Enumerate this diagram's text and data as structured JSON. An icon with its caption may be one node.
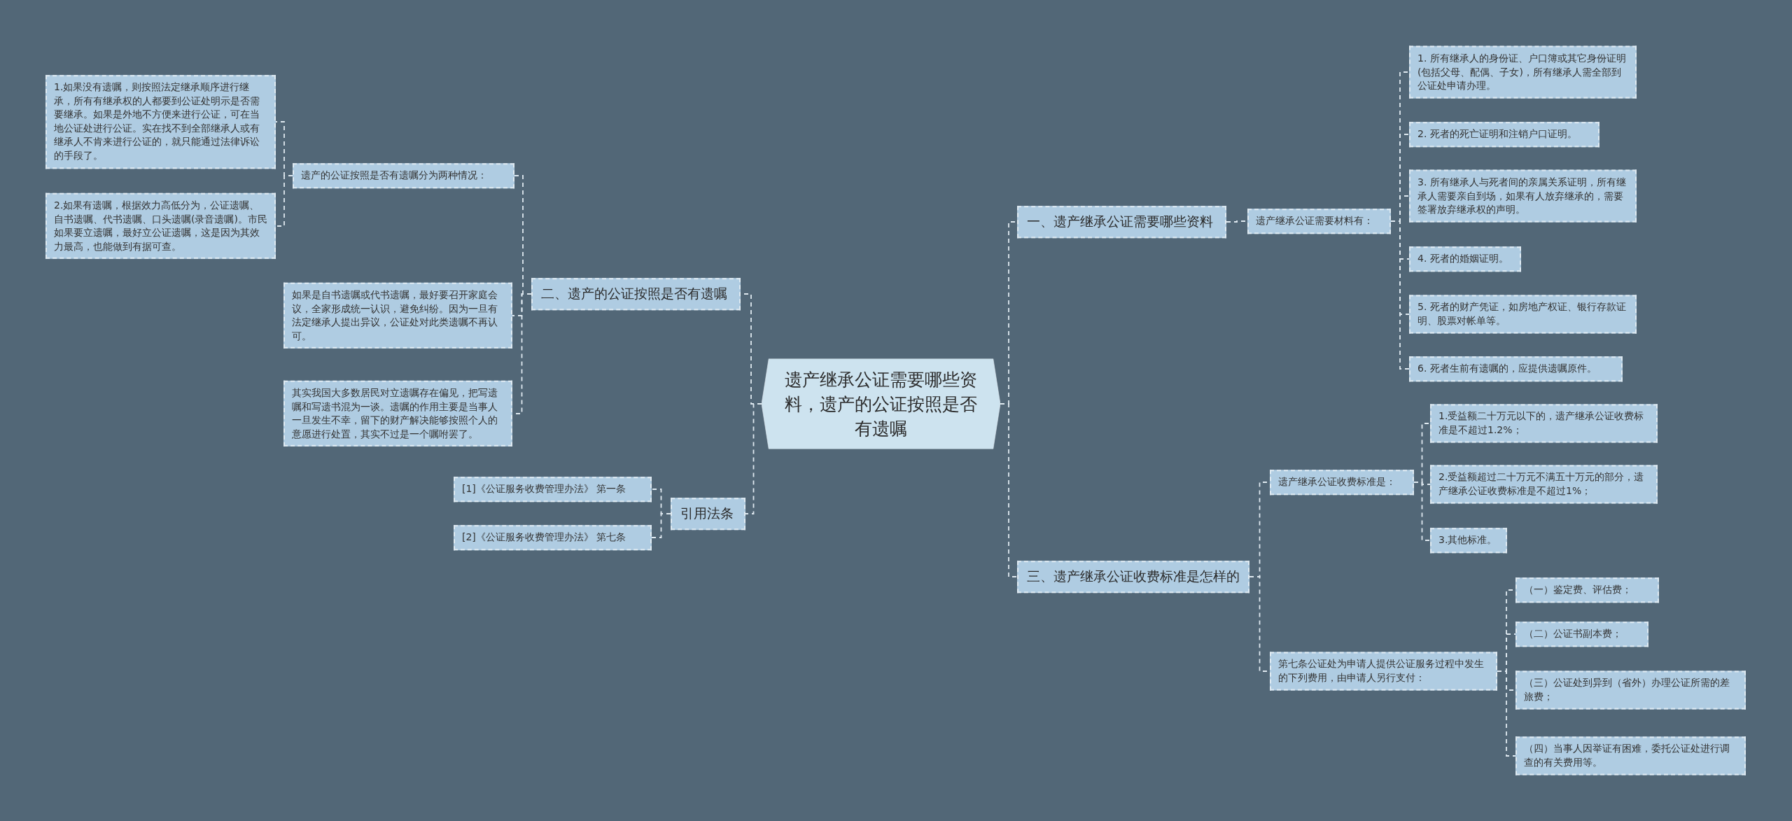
{
  "diagram": {
    "nodes": [
      {
        "text": [
          "遗产继承公证需要哪些资料，遗产的公证按照是否有遗嘱"
        ]
      },
      {
        "text": [
          "二、遗产的公证按照是否有遗嘱"
        ]
      },
      {
        "text": [
          "遗产的公证按照是否有遗嘱分为两种情况："
        ]
      },
      {
        "text": [
          "1.如果没有遗嘱，则按照法定继承顺序进行继承，所有有继承权的人都要到公证处明示是否需要继承。如果是外地不方便来进行公证，可在当地公证处进行公证。实在找不到全部继承人或有继承人不肯来进行公证的，就只能通过法律诉讼的手段了。"
        ]
      },
      {
        "text": [
          "2.如果有遗嘱，根据效力高低分为，公证遗嘱、自书遗嘱、代书遗嘱、口头遗嘱(录音遗嘱)。市民如果要立遗嘱，最好立公证遗嘱，这是因为其效力最高，也能做到有据可查。"
        ]
      },
      {
        "text": [
          "如果是自书遗嘱或代书遗嘱，最好要召开家庭会议，全家形成统一认识，避免纠纷。因为一旦有法定继承人提出异议，公证处对此类遗嘱不再认可。"
        ]
      },
      {
        "text": [
          "其实我国大多数居民对立遗嘱存在偏见，把写遗嘱和写遗书混为一谈。遗嘱的作用主要是当事人一旦发生不幸，留下的财产解决能够按照个人的意愿进行处置，其实不过是一个嘱咐罢了。"
        ]
      },
      {
        "text": [
          "引用法条"
        ]
      },
      {
        "text": [
          "[1]《公证服务收费管理办法》 第一条"
        ]
      },
      {
        "text": [
          "[2]《公证服务收费管理办法》 第七条"
        ]
      },
      {
        "text": [
          "一、遗产继承公证需要哪些资料"
        ]
      },
      {
        "text": [
          "遗产继承公证需要材料有："
        ]
      },
      {
        "text": [
          "1. 所有继承人的身份证、户口簿或其它身份证明(包括父母、配偶、子女)，所有继承人需全部到公证处申请办理。"
        ]
      },
      {
        "text": [
          "2. 死者的死亡证明和注销户口证明。"
        ]
      },
      {
        "text": [
          "3. 所有继承人与死者间的亲属关系证明，所有继承人需要亲自到场，如果有人放弃继承的，需要签署放弃继承权的声明。"
        ]
      },
      {
        "text": [
          "4. 死者的婚姻证明。"
        ]
      },
      {
        "text": [
          "5. 死者的财产凭证，如房地产权证、银行存款证明、股票对帐单等。"
        ]
      },
      {
        "text": [
          "6. 死者生前有遗嘱的，应提供遗嘱原件。"
        ]
      },
      {
        "text": [
          "三、遗产继承公证收费标准是怎样的"
        ]
      },
      {
        "text": [
          "遗产继承公证收费标准是："
        ]
      },
      {
        "text": [
          "1.受益额二十万元以下的，遗产继承公证收费标准是不超过1.2%；"
        ]
      },
      {
        "text": [
          "2.受益额超过二十万元不满五十万元的部分，遗产继承公证收费标准是不超过1%；"
        ]
      },
      {
        "text": [
          "3.其他标准。"
        ]
      },
      {
        "text": [
          "第七条公证处为申请人提供公证服务过程中发生的下列费用，由申请人另行支付："
        ]
      },
      {
        "text": [
          "（一）鉴定费、评估费；"
        ]
      },
      {
        "text": [
          "（二）公证书副本费；"
        ]
      },
      {
        "text": [
          "（三）公证处到异到（省外）办理公证所需的差旅费；"
        ]
      },
      {
        "text": [
          "（四）当事人因举证有困难，委托公证处进行调查的有关费用等。"
        ]
      }
    ],
    "edges": [
      {
        "from": 0,
        "to": 1,
        "arrow": "none",
        "style": "dashed"
      },
      {
        "from": 1,
        "to": 2,
        "arrow": "none",
        "style": "dashed"
      },
      {
        "from": 2,
        "to": 3,
        "arrow": "none",
        "style": "dashed"
      },
      {
        "from": 2,
        "to": 4,
        "arrow": "none",
        "style": "dashed"
      },
      {
        "from": 1,
        "to": 5,
        "arrow": "none",
        "style": "dashed"
      },
      {
        "from": 1,
        "to": 6,
        "arrow": "none",
        "style": "dashed"
      },
      {
        "from": 0,
        "to": 7,
        "arrow": "none",
        "style": "dashed"
      },
      {
        "from": 7,
        "to": 8,
        "arrow": "none",
        "style": "dashed"
      },
      {
        "from": 7,
        "to": 9,
        "arrow": "none",
        "style": "dashed"
      },
      {
        "from": 0,
        "to": 10,
        "arrow": "none",
        "style": "dashed"
      },
      {
        "from": 10,
        "to": 11,
        "arrow": "none",
        "style": "dashed"
      },
      {
        "from": 11,
        "to": 12,
        "arrow": "none",
        "style": "dashed"
      },
      {
        "from": 11,
        "to": 13,
        "arrow": "none",
        "style": "dashed"
      },
      {
        "from": 11,
        "to": 14,
        "arrow": "none",
        "style": "dashed"
      },
      {
        "from": 11,
        "to": 15,
        "arrow": "none",
        "style": "dashed"
      },
      {
        "from": 11,
        "to": 16,
        "arrow": "none",
        "style": "dashed"
      },
      {
        "from": 11,
        "to": 17,
        "arrow": "none",
        "style": "dashed"
      },
      {
        "from": 0,
        "to": 18,
        "arrow": "none",
        "style": "dashed"
      },
      {
        "from": 18,
        "to": 19,
        "arrow": "none",
        "style": "dashed"
      },
      {
        "from": 19,
        "to": 20,
        "arrow": "none",
        "style": "dashed"
      },
      {
        "from": 19,
        "to": 21,
        "arrow": "none",
        "style": "dashed"
      },
      {
        "from": 19,
        "to": 22,
        "arrow": "none",
        "style": "dashed"
      },
      {
        "from": 18,
        "to": 23,
        "arrow": "none",
        "style": "dashed"
      },
      {
        "from": 23,
        "to": 24,
        "arrow": "none",
        "style": "dashed"
      },
      {
        "from": 23,
        "to": 25,
        "arrow": "none",
        "style": "dashed"
      },
      {
        "from": 23,
        "to": 26,
        "arrow": "none",
        "style": "dashed"
      },
      {
        "from": 23,
        "to": 27,
        "arrow": "none",
        "style": "dashed"
      }
    ]
  }
}
